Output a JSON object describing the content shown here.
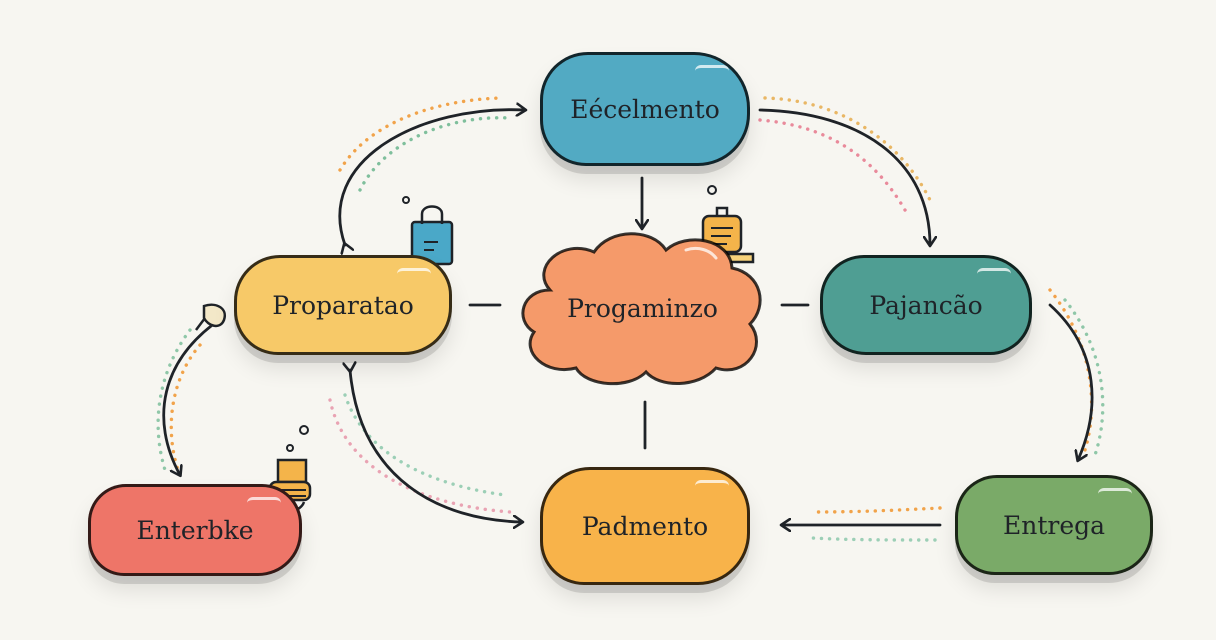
{
  "nodes": {
    "top": "Eécelmento",
    "left": "Proparatao",
    "center": "Progaminzo",
    "right": "Pajancão",
    "bottom_left": "Enterbke",
    "bottom_center": "Padmento",
    "bottom_right": "Entrega"
  },
  "colors": {
    "top": "#52aac3",
    "left": "#f7c968",
    "center": "#f59a6a",
    "right": "#4f9e93",
    "bottom_left": "#ee7568",
    "bottom_center": "#f8b34a",
    "bottom_right": "#7aaa68",
    "stroke": "#1f2328"
  },
  "icons": [
    "shopping-bag-icon",
    "document-key-icon",
    "boxes-icon",
    "spoon-icon"
  ]
}
